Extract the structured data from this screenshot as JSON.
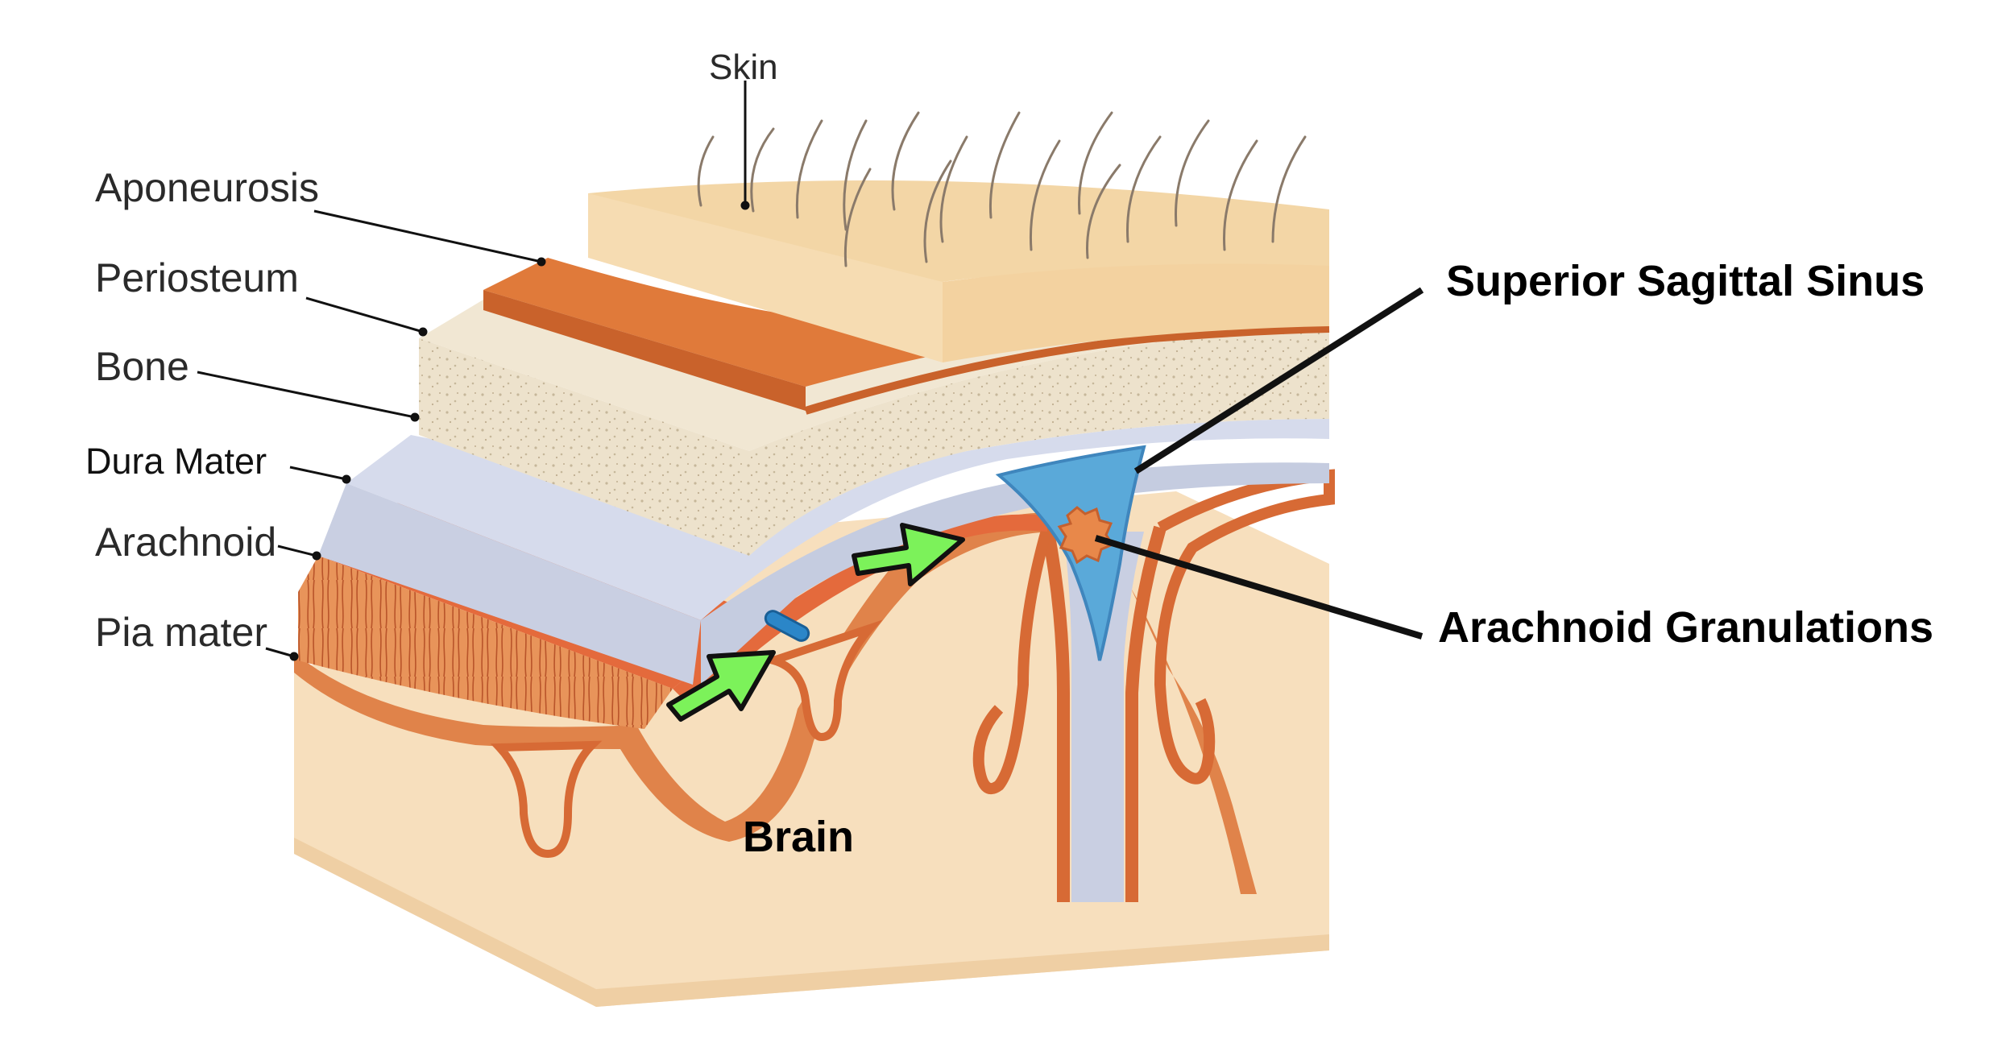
{
  "labels": {
    "skin": "Skin",
    "aponeurosis": "Aponeurosis",
    "periosteum": "Periosteum",
    "bone": "Bone",
    "dura_mater": "Dura Mater",
    "arachnoid": "Arachnoid",
    "pia_mater": "Pia mater",
    "superior_sagittal_sinus": "Superior Sagittal Sinus",
    "arachnoid_granulations": "Arachnoid Granulations",
    "brain": "Brain"
  },
  "colors": {
    "skin": "#f3d6a6",
    "aponeurosis": "#e07a3a",
    "bone": "#ede2cc",
    "dura": "#c9cfe2",
    "arachnoid": "#e46a3c",
    "pia": "#e0834a",
    "brain": "#f7dfbd",
    "sinus": "#5aa9d9",
    "arrow": "#7cf25a"
  },
  "icons": [
    "arrow-icon",
    "hair-icon",
    "blood-vessel-icon"
  ]
}
